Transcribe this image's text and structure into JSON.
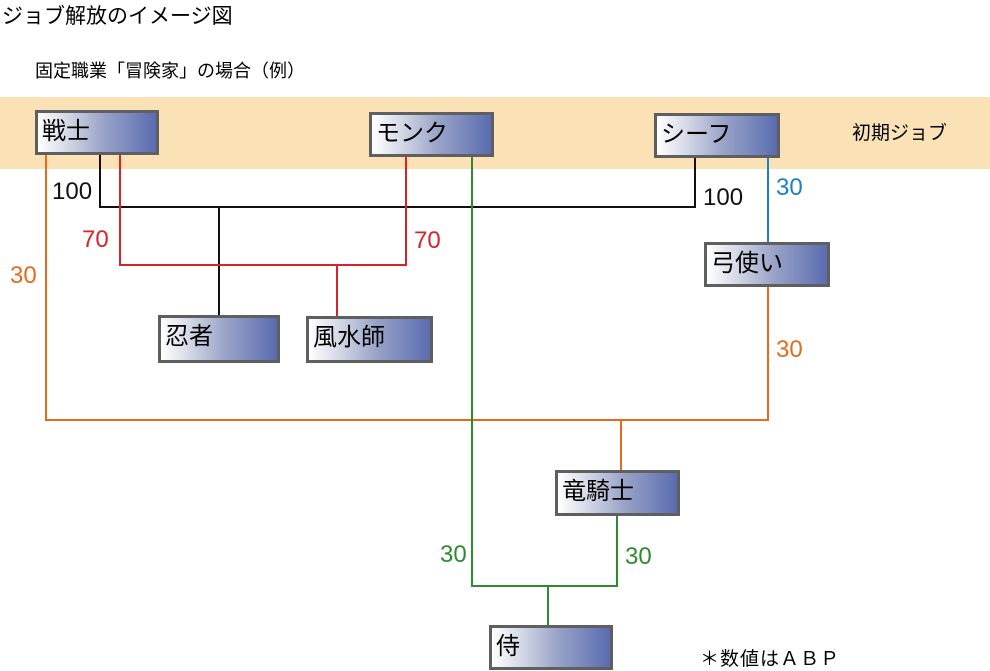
{
  "title": "ジョブ解放のイメージ図",
  "subtitle": "固定職業「冒険家」の場合（例）",
  "band_label": "初期ジョブ",
  "jobs": {
    "warrior": "戦士",
    "monk": "モンク",
    "thief": "シーフ",
    "ranger": "弓使い",
    "ninja": "忍者",
    "geomancer": "風水師",
    "dragoon": "竜騎士",
    "samurai": "侍"
  },
  "values": {
    "warrior_black": "100",
    "thief_black": "100",
    "warrior_red": "70",
    "monk_red": "70",
    "warrior_orange": "30",
    "thief_blue": "30",
    "ranger_orange": "30",
    "monk_green": "30",
    "dragoon_green": "30"
  },
  "note": "＊数値はＡＢＰ",
  "colors": {
    "band": "#fbe2b6",
    "black": "#111111",
    "red": "#d9232a",
    "orange": "#e36c1c",
    "green": "#2e8b2e",
    "blue": "#1e7fc6",
    "box_border": "#5f5f5f",
    "box_gradient_end": "#5a6cb0"
  }
}
